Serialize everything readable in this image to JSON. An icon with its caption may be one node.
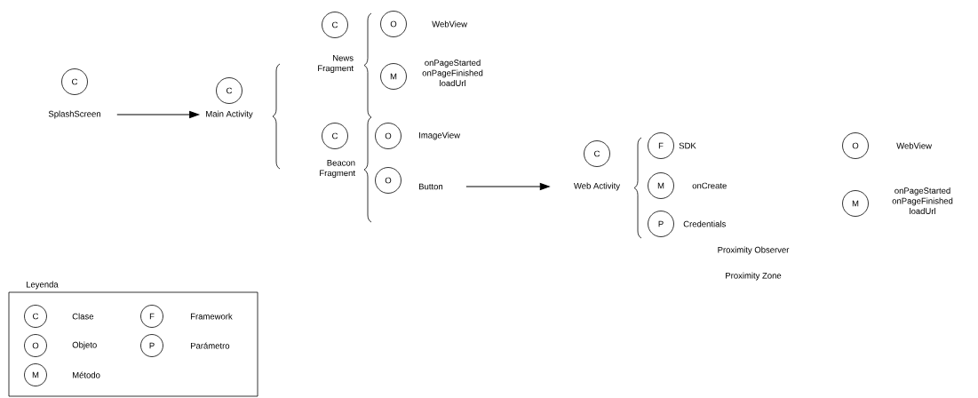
{
  "diagram": {
    "nodes": [
      {
        "text": [
          "C",
          "SplashScreen"
        ]
      },
      {
        "text": [
          "C",
          "Main Activity"
        ]
      },
      {
        "text": [
          "C",
          "News Fragment"
        ]
      },
      {
        "text": [
          "O"
        ],
        "beside": [
          "WebView"
        ]
      },
      {
        "text": [
          "M"
        ],
        "beside": [
          "onPageStarted",
          "onPageFinished",
          "loadUrl"
        ]
      },
      {
        "text": [
          "C",
          "Beacon Fragment"
        ]
      },
      {
        "text": [
          "O"
        ],
        "beside": [
          "ImageView"
        ]
      },
      {
        "text": [
          "O"
        ],
        "beside": [
          "Button"
        ]
      },
      {
        "text": [
          "C",
          "Web Activity"
        ]
      },
      {
        "text": [
          "F"
        ],
        "beside": [
          "SDK"
        ]
      },
      {
        "text": [
          "M"
        ],
        "beside": [
          "onCreate"
        ]
      },
      {
        "text": [
          "P"
        ],
        "beside": [
          "Credentials"
        ]
      },
      {
        "text": [
          "O"
        ],
        "beside": [
          "WebView"
        ]
      },
      {
        "text": [
          "M"
        ],
        "beside": [
          "onPageStarted",
          "onPageFinished",
          "loadUrl"
        ]
      }
    ],
    "edges": [
      {
        "from": 0,
        "to": 1,
        "arrow": "to"
      },
      {
        "from": 7,
        "to": 8,
        "arrow": "to"
      }
    ],
    "labels": [
      "Proximity Observer",
      "Proximity Zone",
      "Leyenda",
      "C",
      "F",
      "O",
      "P",
      "M"
    ],
    "legend": [
      {
        "text": "Clase"
      },
      {
        "text": "Framework"
      },
      {
        "text": "Objeto"
      },
      {
        "text": "Parámetro"
      },
      {
        "text": "Método"
      }
    ]
  }
}
